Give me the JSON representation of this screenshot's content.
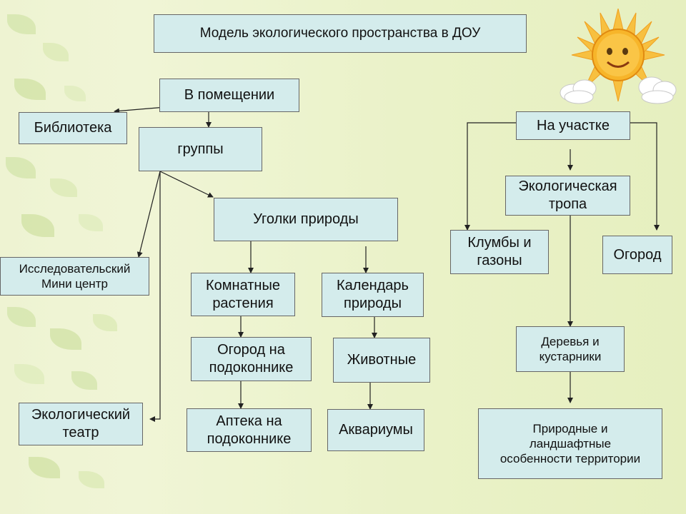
{
  "diagram": {
    "title": "Модель экологического пространства в  ДОУ",
    "nodes": {
      "indoors": "В помещении",
      "library": "Библиотека",
      "groups": "группы",
      "nature_corners": "Уголки природы",
      "research_center": "Исследовательский\nМини центр",
      "house_plants": "Комнатные\nрастения",
      "nature_calendar": "Календарь\nприроды",
      "windowsill_garden": "Огород на\nподоконнике",
      "animals": "Животные",
      "windowsill_pharmacy": "Аптека на\nподоконнике",
      "aquariums": "Аквариумы",
      "eco_theater": "Экологический\nтеатр",
      "on_site": "На участке",
      "eco_trail": "Экологическая\nтропа",
      "flowerbeds": "Клумбы и\nгазоны",
      "vegetable_garden": "Огород",
      "trees_shrubs": "Деревья и\nкустарники",
      "landscape": "Природные и\nландшафтные\nособенности территории"
    }
  },
  "colors": {
    "box_fill": "#d4ecec",
    "box_border": "#666666",
    "connector": "#222222",
    "leaf": "#c9df9a",
    "sun": "#f7b52a"
  }
}
